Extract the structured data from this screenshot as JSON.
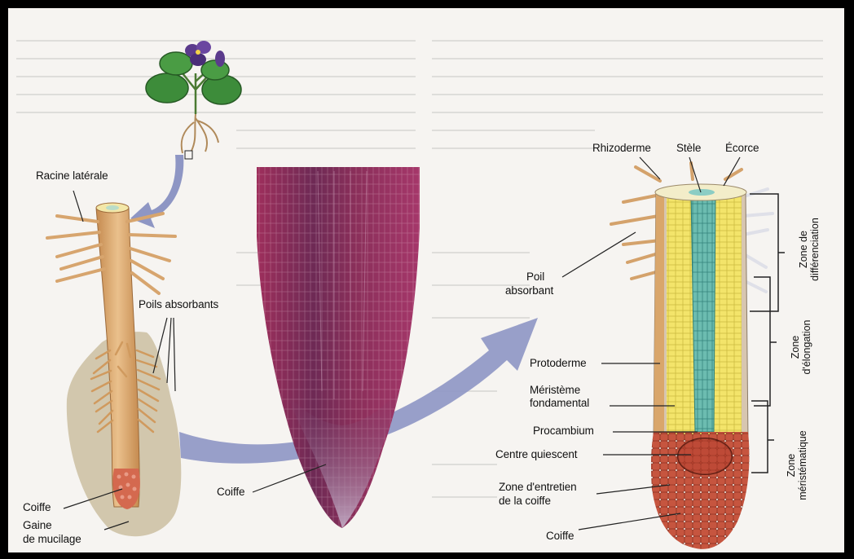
{
  "labels": {
    "racine_laterale": "Racine latérale",
    "poils_absorbants": "Poils absorbants",
    "coiffe_left": "Coiffe",
    "gaine_line1": "Gaine",
    "gaine_line2": "de mucilage",
    "coiffe_middle": "Coiffe",
    "rhizoderme": "Rhizoderme",
    "stele": "Stèle",
    "ecorce": "Écorce",
    "poil_line1": "Poil",
    "poil_line2": "absorbant",
    "protoderme": "Protoderme",
    "meristeme_line1": "Méristème",
    "meristeme_line2": "fondamental",
    "procambium": "Procambium",
    "centre_quiescent": "Centre quiescent",
    "zone_entretien_line1": "Zone d'entretien",
    "zone_entretien_line2": "de la coiffe",
    "coiffe_right": "Coiffe",
    "zone_diff_line1": "Zone de",
    "zone_diff_line2": "différenciation",
    "zone_elong_line1": "Zone",
    "zone_elong_line2": "d'élongation",
    "zone_merist_line1": "Zone",
    "zone_merist_line2": "méristématique"
  },
  "colors": {
    "root_tan": "#d9a66b",
    "mucilage": "#c9bc9c",
    "cap_red": "#c0503d",
    "cortex_yellow": "#f2e56a",
    "stele_teal": "#5fb3a8",
    "micrograph_magenta": "#8c2a55",
    "arrow_blue": "#8e96c4",
    "leaf_green": "#3d8c3a",
    "flower_violet": "#5b3b8c"
  }
}
